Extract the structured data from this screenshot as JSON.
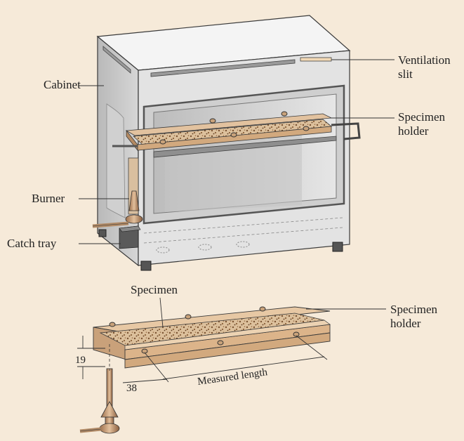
{
  "labels": {
    "cabinet": "Cabinet",
    "ventilation_slit_line1": "Ventilation",
    "ventilation_slit_line2": "slit",
    "specimen_holder_top_line1": "Specimen",
    "specimen_holder_top_line2": "holder",
    "burner": "Burner",
    "catch_tray": "Catch tray",
    "specimen": "Specimen",
    "specimen_holder_bottom_line1": "Specimen",
    "specimen_holder_bottom_line2": "holder"
  },
  "dimensions": {
    "flame_height": "19",
    "offset": "38",
    "measured_length": "Measured length"
  },
  "colors": {
    "background": "#f6ead9",
    "cabinet_side": "#c9c9c9",
    "cabinet_front": "#e3e3e3",
    "cabinet_top": "#f4f4f4",
    "wood": "#d9b48c",
    "wood_dark": "#a97f57",
    "specimen_fill": "#cdb08a",
    "outline": "#3a3a3a"
  }
}
